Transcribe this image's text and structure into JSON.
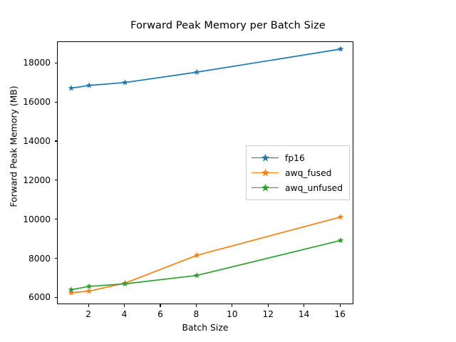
{
  "chart_data": {
    "type": "line",
    "title": "Forward Peak Memory per Batch Size",
    "xlabel": "Batch Size",
    "ylabel": "Forward Peak Memory (MB)",
    "x": [
      1,
      2,
      4,
      8,
      16
    ],
    "xlim": [
      0.25,
      16.75
    ],
    "ylim": [
      5650,
      19100
    ],
    "xticks": [
      2,
      4,
      6,
      8,
      10,
      12,
      14,
      16
    ],
    "yticks": [
      6000,
      8000,
      10000,
      12000,
      14000,
      16000,
      18000
    ],
    "xtick_labels": [
      "2",
      "4",
      "6",
      "8",
      "10",
      "12",
      "14",
      "16"
    ],
    "ytick_labels": [
      "6000",
      "8000",
      "10000",
      "12000",
      "14000",
      "16000",
      "18000"
    ],
    "grid": false,
    "marker": "star",
    "legend_position": "center right",
    "series": [
      {
        "name": "fp16",
        "color": "#1f77b4",
        "values": [
          16740,
          16880,
          17030,
          17560,
          18740
        ]
      },
      {
        "name": "awq_fused",
        "color": "#ff7f0e",
        "values": [
          6270,
          6360,
          6770,
          8190,
          10150
        ]
      },
      {
        "name": "awq_unfused",
        "color": "#2ca02c",
        "values": [
          6430,
          6600,
          6730,
          7160,
          8950
        ]
      }
    ]
  },
  "legend": {
    "items": [
      {
        "label": "fp16"
      },
      {
        "label": "awq_fused"
      },
      {
        "label": "awq_unfused"
      }
    ]
  }
}
